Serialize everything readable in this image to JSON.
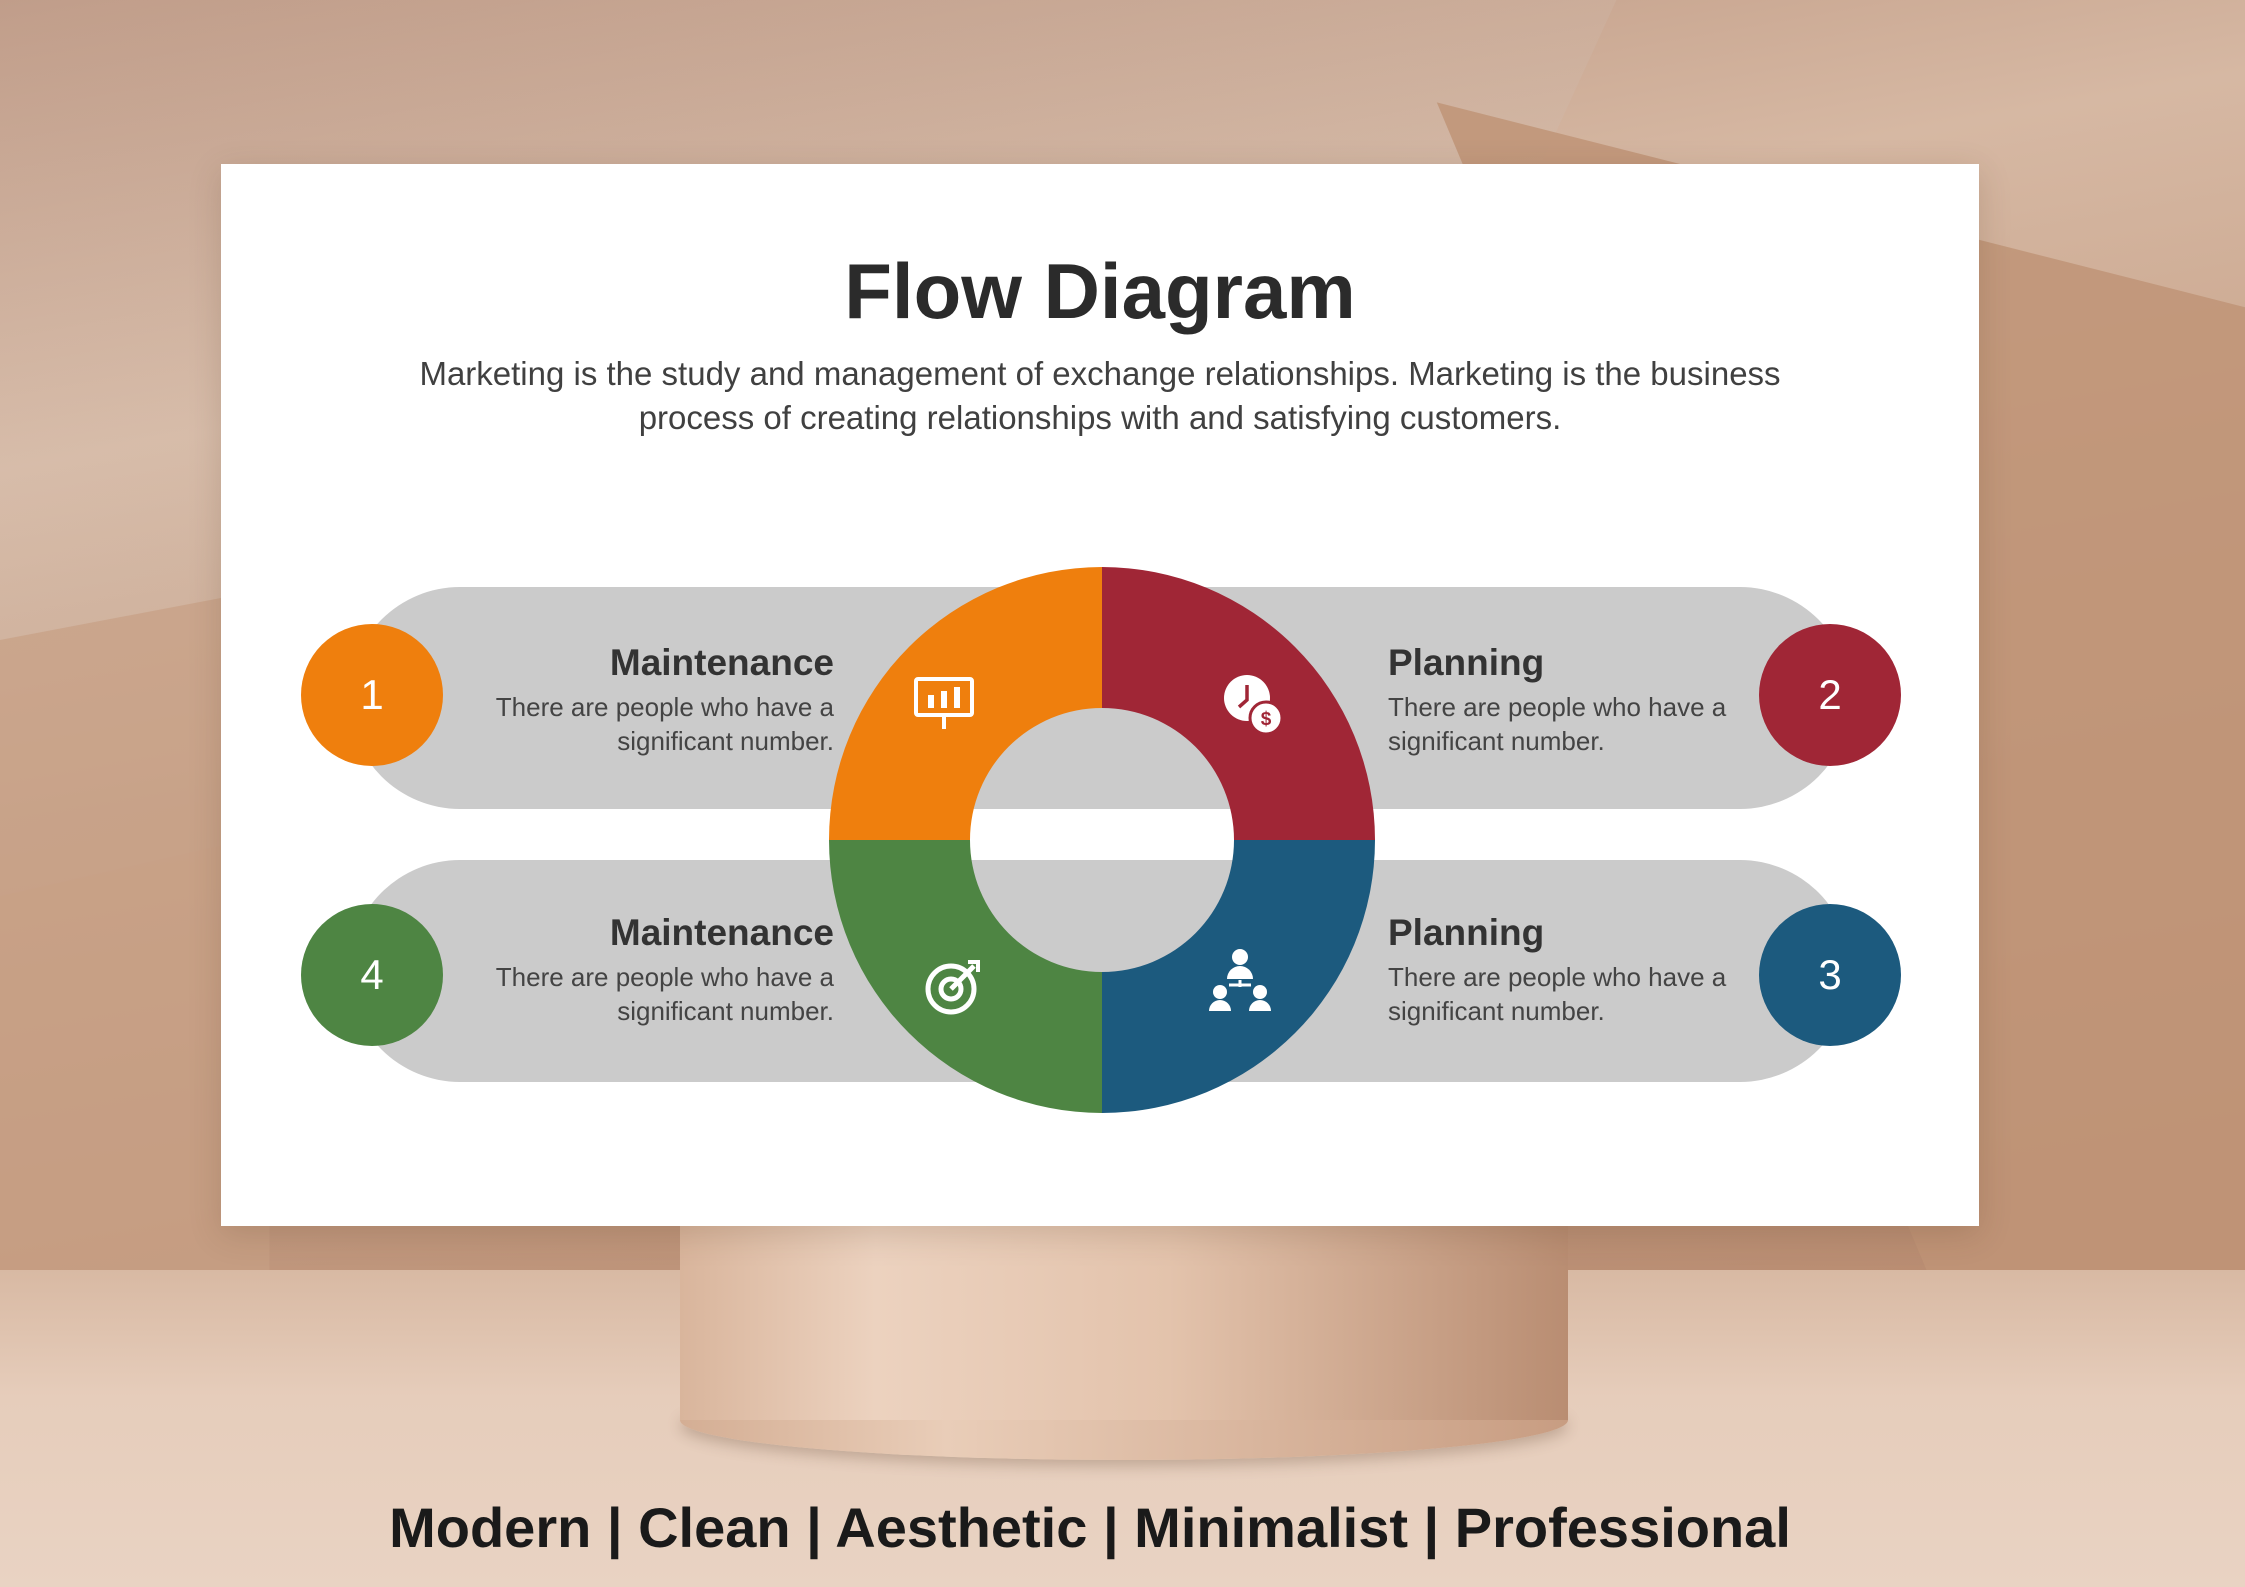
{
  "title": "Flow Diagram",
  "subtitle": "Marketing is the study and management of exchange relationships. Marketing is the business process of creating relationships with and satisfying customers.",
  "colors": {
    "orange": "#ef7f0d",
    "red": "#a02636",
    "blue": "#1c5a7e",
    "green": "#4e8543",
    "pill": "#cbcbcb"
  },
  "items": [
    {
      "number": "1",
      "title": "Maintenance",
      "description": "There are people who have a significant number.",
      "icon": "presentation-chart-icon"
    },
    {
      "number": "2",
      "title": "Planning",
      "description": "There are people who have a significant number.",
      "icon": "time-money-icon"
    },
    {
      "number": "3",
      "title": "Planning",
      "description": "There are people who have a significant number.",
      "icon": "team-hierarchy-icon"
    },
    {
      "number": "4",
      "title": "Maintenance",
      "description": "There are people who have a significant number.",
      "icon": "target-arrow-icon"
    }
  ],
  "footer": "Modern | Clean | Aesthetic | Minimalist | Professional"
}
